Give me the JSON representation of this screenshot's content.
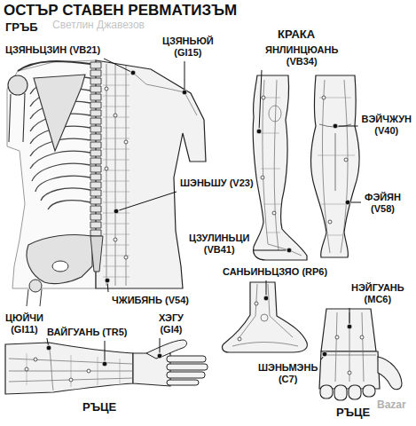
{
  "diagram": {
    "title": "ОСТЪР СТАВЕН РЕВМАТИЗЪМ",
    "labels": [
      "Светлин Джавезов",
      "ГРЪБ",
      "КРАКА",
      "ЦЗЯНЬЦЗИН (VB21)",
      "ЦЗЯНЬЮЙ (GI15)",
      "ЯНЛИНЦЮАНЬ (VB34)",
      "ВЭЙЧЖУН (V40)",
      "ШЭНЬШУ (V23)",
      "ФЭЙЯН (V58)",
      "ЦЗУЛИНЬЦИ (VB41)",
      "САНЬИНЬЦЗЯО (RP6)",
      "ЧЖИБЯНЬ (V54)",
      "НЭЙГУАНЬ (MC6)",
      "ЦЮЙЧИ (GI11)",
      "ВАЙГУАНЬ (TR5)",
      "ХЭГУ (GI4)",
      "ШЭНЬМЭНЬ (C7)",
      "РЪЦЕ",
      "РЪЦЕ",
      "Bazar"
    ]
  }
}
